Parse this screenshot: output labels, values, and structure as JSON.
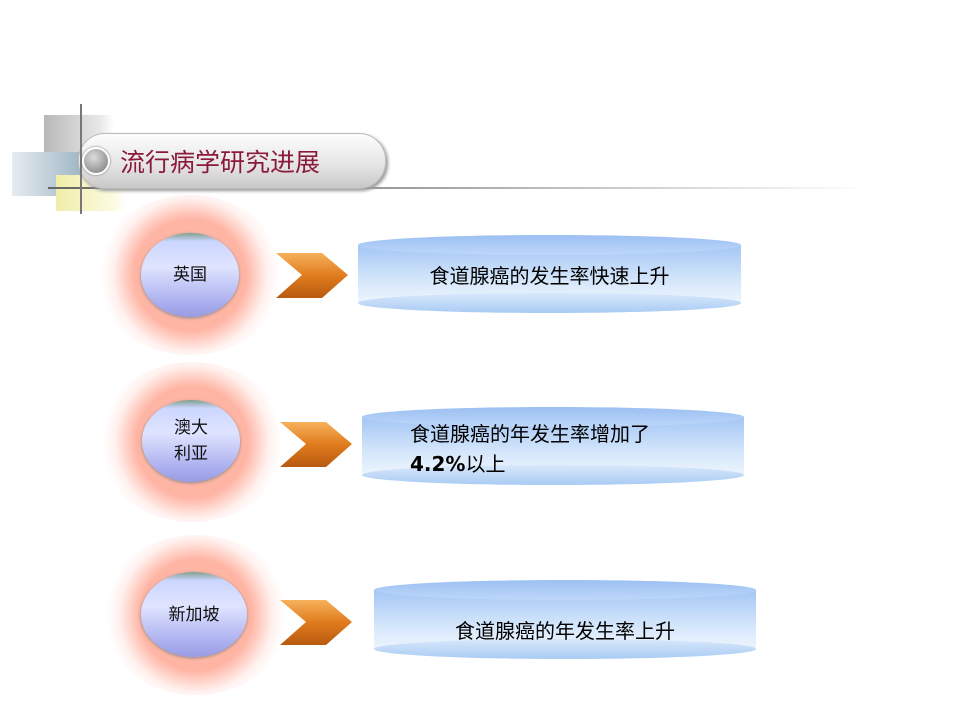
{
  "title": "流行病学研究进展",
  "rows": [
    {
      "country": "英国",
      "text": "食道腺癌的发生率快速上升"
    },
    {
      "country_line1": "澳大",
      "country_line2": "利亚",
      "text_line1": "食道腺癌的年发生率增加了",
      "text_line2_bold": "4.2%",
      "text_line2": "以上"
    },
    {
      "country": "新加坡",
      "text": "食道腺癌的年发生率上升"
    }
  ],
  "colors": {
    "title": "#8b1a3a",
    "arrow": "#e07b1e",
    "cylinder": "#a3c6f4"
  }
}
